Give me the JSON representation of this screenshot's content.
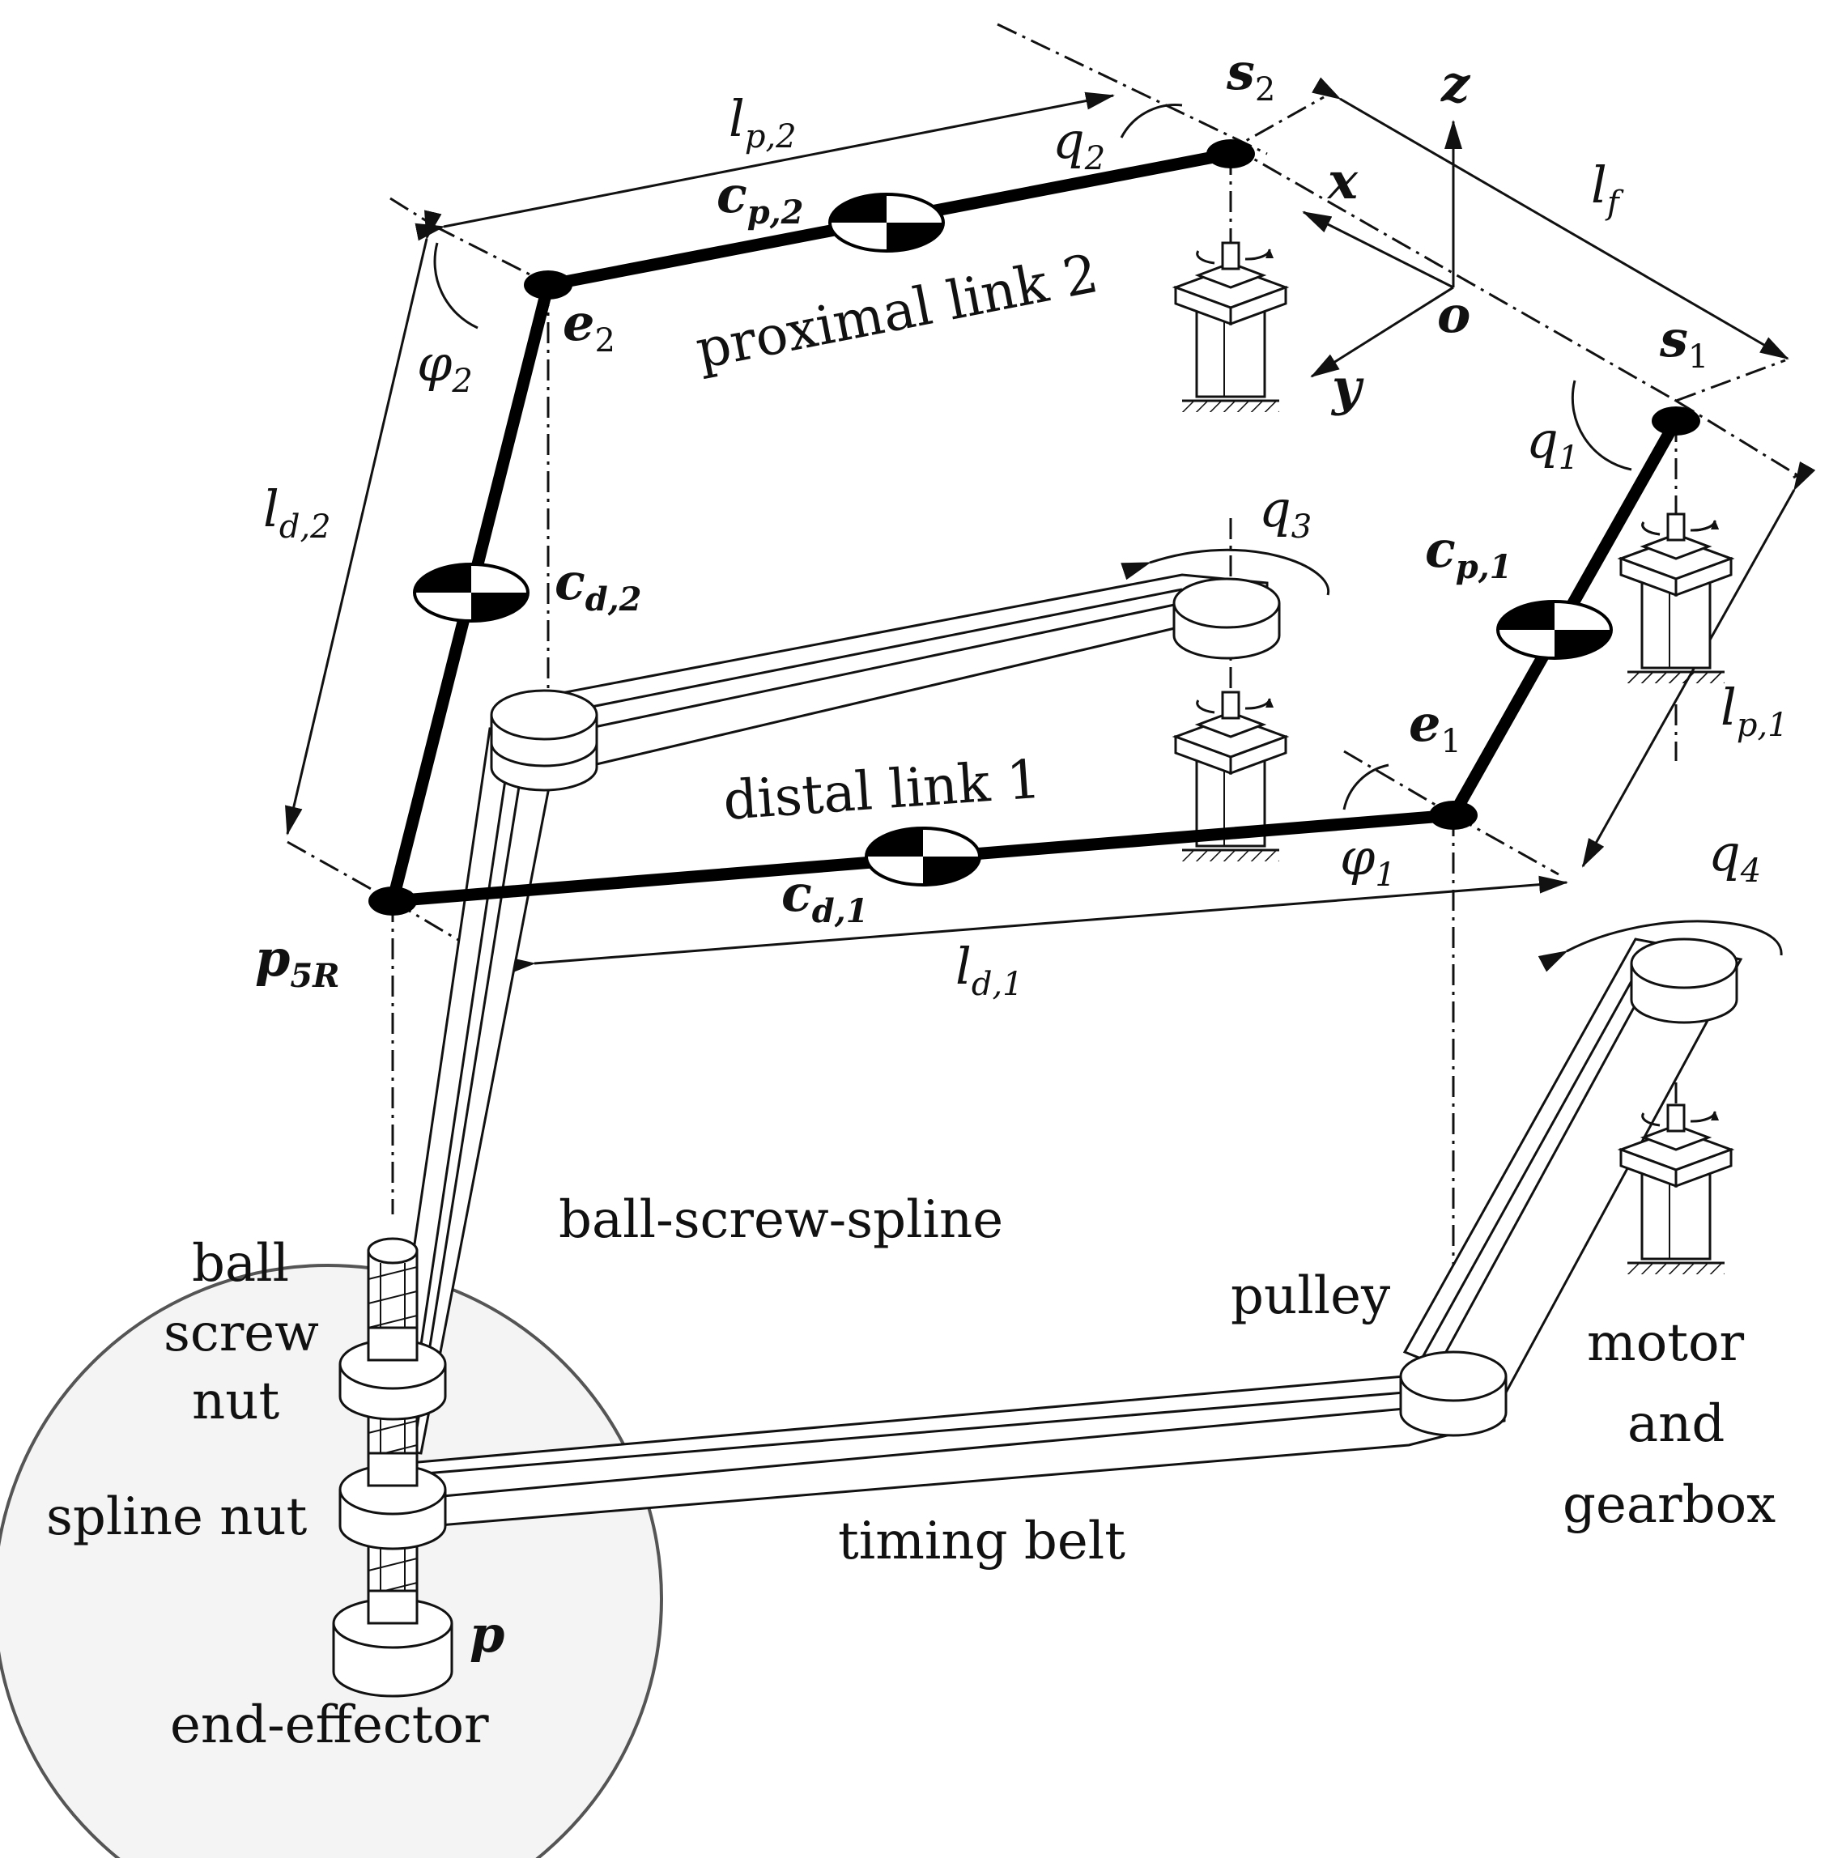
{
  "labels": {
    "lp2_main": "l",
    "lp2_sub": "p,2",
    "q2_main": "q",
    "q2_sub": "2",
    "s2_main": "s",
    "s2_sub": "2",
    "z": "z",
    "x": "x",
    "y": "y",
    "o": "o",
    "lf_main": "l",
    "lf_sub": "f",
    "s1_main": "s",
    "s1_sub": "1",
    "q1_main": "q",
    "q1_sub": "1",
    "cp2_main": "c",
    "cp2_sub": "p,2",
    "e2_main": "e",
    "e2_sub": "2",
    "phi2_main": "φ",
    "phi2_sub": "2",
    "proximal_link_2": "proximal link 2",
    "ld2_main": "l",
    "ld2_sub": "d,2",
    "cd2_main": "c",
    "cd2_sub": "d,2",
    "q3_main": "q",
    "q3_sub": "3",
    "cp1_main": "c",
    "cp1_sub": "p,1",
    "e1_main": "e",
    "e1_sub": "1",
    "lp1_main": "l",
    "lp1_sub": "p,1",
    "distal_link_1": "distal link 1",
    "phi1_main": "φ",
    "phi1_sub": "1",
    "cd1_main": "c",
    "cd1_sub": "d,1",
    "p5r_main": "p",
    "p5r_sub": "5R",
    "ld1_main": "l",
    "ld1_sub": "d,1",
    "q4_main": "q",
    "q4_sub": "4",
    "ball_screw_spline": "ball-screw-spline",
    "ball": "ball",
    "screw": "screw",
    "nut": "nut",
    "spline_nut": "spline nut",
    "pulley": "pulley",
    "motor": "motor",
    "and": "and",
    "gearbox": "gearbox",
    "timing_belt": "timing belt",
    "p": "p",
    "end_effector": "end-effector"
  }
}
